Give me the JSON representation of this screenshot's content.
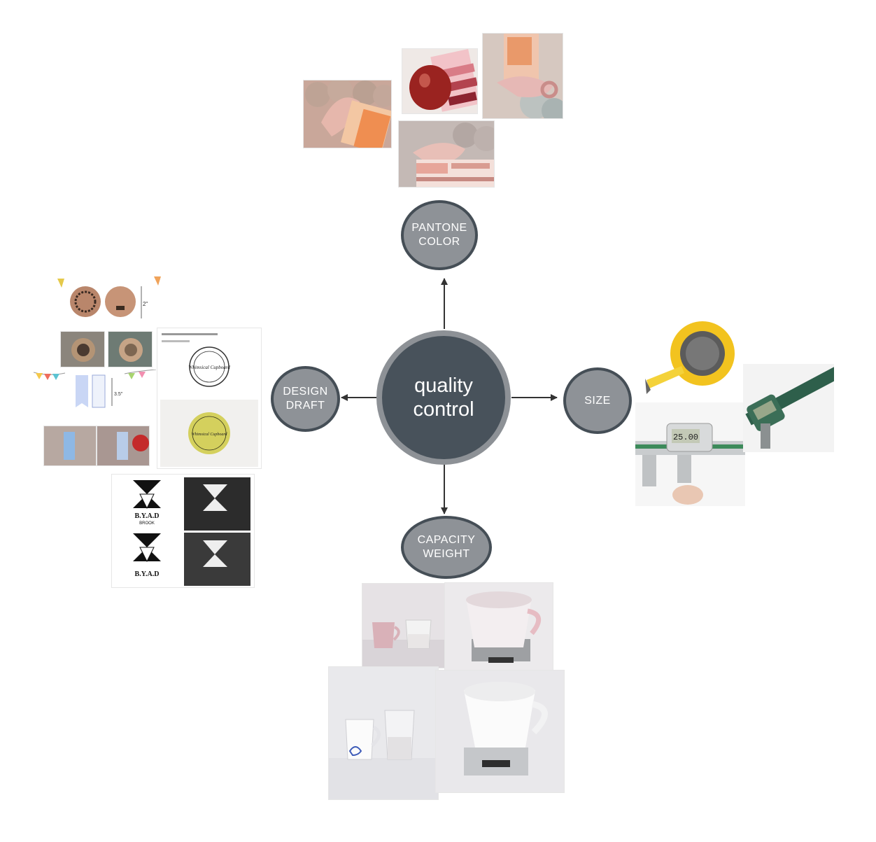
{
  "center": {
    "label": "quality\ncontrol"
  },
  "nodes": {
    "pantone": "PANTONE\nCOLOR",
    "design": "DESIGN\nDRAFT",
    "size": "SIZE",
    "capacity": "CAPACITY\nWEIGHT"
  },
  "photos": {
    "tag_label": "2\"",
    "tag_label_2": "3.5\"",
    "stamp_text": "Whimsical Cupboard",
    "brand": "B.Y.A.D",
    "brand_sub": "BROOK",
    "caliper_reading": "25.00"
  },
  "colors": {
    "center_fill": "#48525b",
    "center_ring": "#8d9196",
    "node_fill": "#8e9297",
    "node_ring": "#454e56",
    "arrow": "#333333"
  }
}
